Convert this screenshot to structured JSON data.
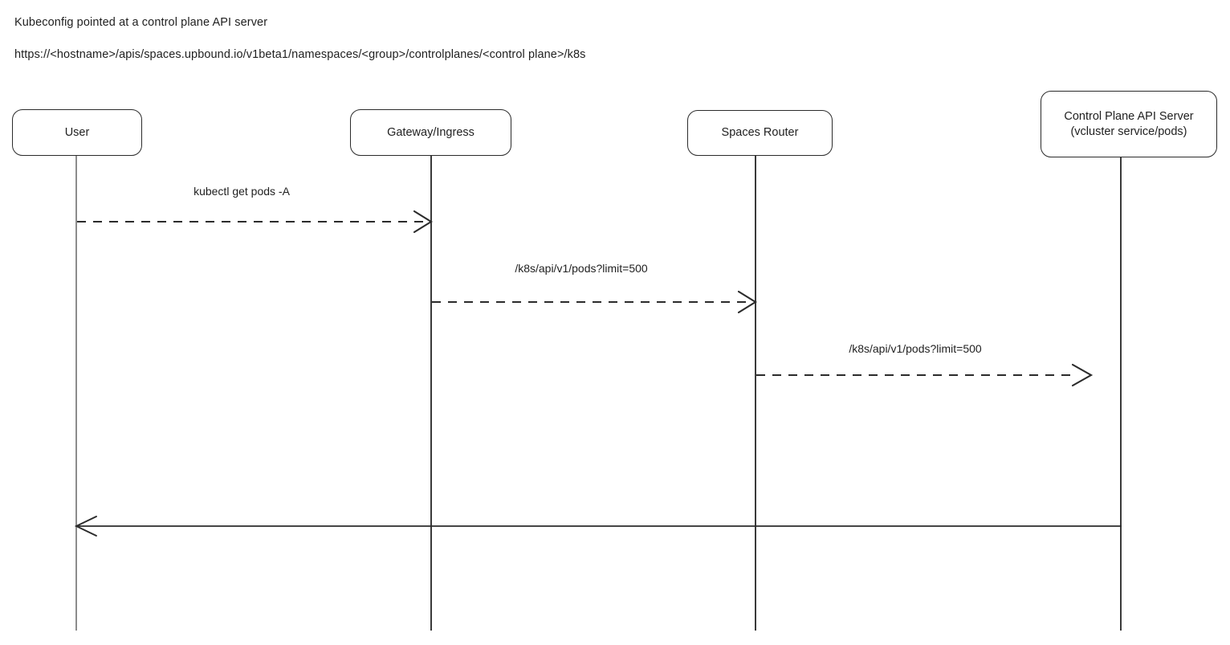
{
  "diagram": {
    "type": "sequence-diagram",
    "title_notes": [
      "Kubeconfig pointed at a control plane API server",
      "https://<hostname>/apis/spaces.upbound.io/v1beta1/namespaces/<group>/controlplanes/<control plane>/k8s"
    ],
    "colors": {
      "background": "#ffffff",
      "box_border": "#2b2b2b",
      "box_fill": "#ffffff",
      "text": "#1f1f1f",
      "lifeline": "#8c8c8c",
      "lifeline_dark": "#3a3a3a",
      "arrow": "#2b2b2b"
    },
    "participants": [
      {
        "id": "user",
        "label": "User",
        "lines": [
          "User"
        ]
      },
      {
        "id": "gateway",
        "label": "Gateway/Ingress",
        "lines": [
          "Gateway/Ingress"
        ]
      },
      {
        "id": "spaces-router",
        "label": "Spaces Router",
        "lines": [
          "Spaces Router"
        ]
      },
      {
        "id": "control-plane",
        "label": "Control Plane API Server\n(vcluster service/pods)",
        "lines": [
          "Control Plane API Server",
          "(vcluster service/pods)"
        ]
      }
    ],
    "messages": [
      {
        "id": "msg-1",
        "label": "kubectl get pods -A",
        "from": "user",
        "to": "gateway",
        "style": "dashed",
        "direction": "right",
        "arrowhead": "open"
      },
      {
        "id": "msg-2",
        "label": "/k8s/api/v1/pods?limit=500",
        "from": "gateway",
        "to": "spaces-router",
        "style": "dashed",
        "direction": "right",
        "arrowhead": "open"
      },
      {
        "id": "msg-3",
        "label": "/k8s/api/v1/pods?limit=500",
        "from": "spaces-router",
        "to": "control-plane",
        "style": "dashed",
        "direction": "right",
        "arrowhead": "open"
      },
      {
        "id": "msg-4",
        "label": "",
        "from": "control-plane",
        "to": "user",
        "style": "solid",
        "direction": "left",
        "arrowhead": "open"
      }
    ]
  }
}
